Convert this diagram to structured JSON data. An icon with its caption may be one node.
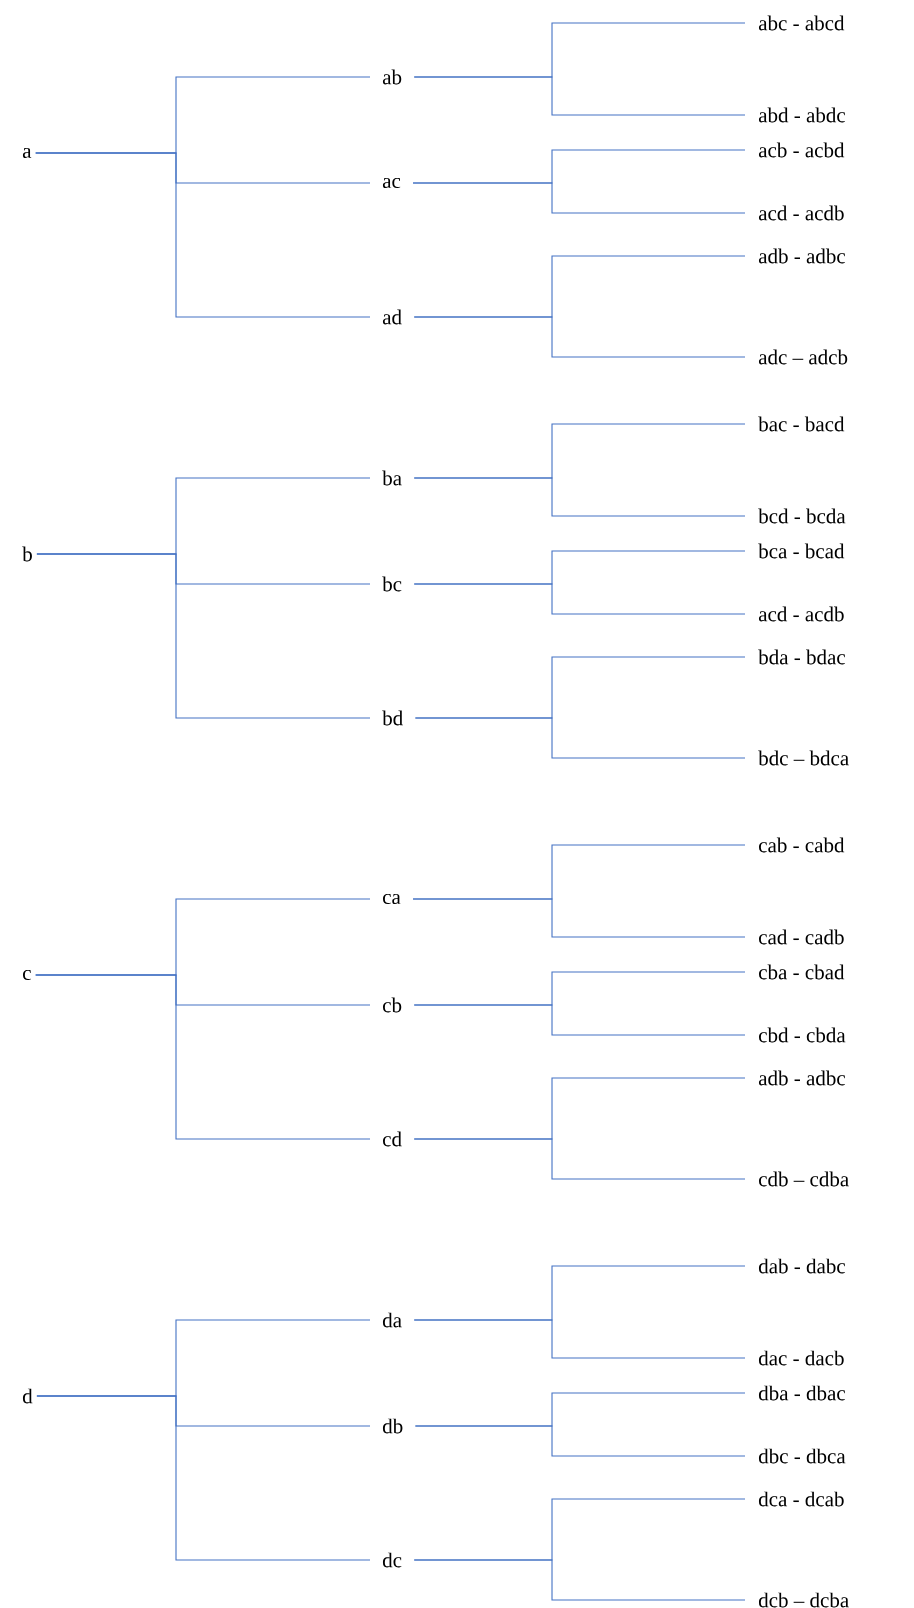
{
  "diagram": {
    "nodes": [
      {
        "text": [
          "a"
        ]
      },
      {
        "text": [
          "ab"
        ]
      },
      {
        "text": [
          "abc - abcd"
        ]
      },
      {
        "text": [
          "abd - abdc"
        ]
      },
      {
        "text": [
          "ac"
        ]
      },
      {
        "text": [
          "acb - acbd"
        ]
      },
      {
        "text": [
          "acd - acdb"
        ]
      },
      {
        "text": [
          "ad"
        ]
      },
      {
        "text": [
          "adb - adbc"
        ]
      },
      {
        "text": [
          "adc – adcb"
        ]
      },
      {
        "text": [
          "b"
        ]
      },
      {
        "text": [
          "ba"
        ]
      },
      {
        "text": [
          "bac - bacd"
        ]
      },
      {
        "text": [
          "bcd - bcda"
        ]
      },
      {
        "text": [
          "bc"
        ]
      },
      {
        "text": [
          "bca - bcad"
        ]
      },
      {
        "text": [
          "acd - acdb"
        ]
      },
      {
        "text": [
          "bd"
        ]
      },
      {
        "text": [
          "bda - bdac"
        ]
      },
      {
        "text": [
          "bdc – bdca"
        ]
      },
      {
        "text": [
          "c"
        ]
      },
      {
        "text": [
          "ca"
        ]
      },
      {
        "text": [
          "cab - cabd"
        ]
      },
      {
        "text": [
          "cad - cadb"
        ]
      },
      {
        "text": [
          "cb"
        ]
      },
      {
        "text": [
          "cba - cbad"
        ]
      },
      {
        "text": [
          "cbd - cbda"
        ]
      },
      {
        "text": [
          "cd"
        ]
      },
      {
        "text": [
          "adb - adbc"
        ]
      },
      {
        "text": [
          "cdb – cdba"
        ]
      },
      {
        "text": [
          "d"
        ]
      },
      {
        "text": [
          "da"
        ]
      },
      {
        "text": [
          "dab - dabc"
        ]
      },
      {
        "text": [
          "dac - dacb"
        ]
      },
      {
        "text": [
          "db"
        ]
      },
      {
        "text": [
          "dba - dbac"
        ]
      },
      {
        "text": [
          "dbc - dbca"
        ]
      },
      {
        "text": [
          "dc"
        ]
      },
      {
        "text": [
          "dca - dcab"
        ]
      },
      {
        "text": [
          "dcb – dcba"
        ]
      }
    ],
    "edges": [
      {
        "from": 0,
        "to": 1,
        "arrow": "none"
      },
      {
        "from": 0,
        "to": 4,
        "arrow": "none"
      },
      {
        "from": 0,
        "to": 7,
        "arrow": "none"
      },
      {
        "from": 1,
        "to": 2,
        "arrow": "none"
      },
      {
        "from": 1,
        "to": 3,
        "arrow": "none"
      },
      {
        "from": 4,
        "to": 5,
        "arrow": "none"
      },
      {
        "from": 4,
        "to": 6,
        "arrow": "none"
      },
      {
        "from": 7,
        "to": 8,
        "arrow": "none"
      },
      {
        "from": 7,
        "to": 9,
        "arrow": "none"
      },
      {
        "from": 10,
        "to": 11,
        "arrow": "none"
      },
      {
        "from": 10,
        "to": 14,
        "arrow": "none"
      },
      {
        "from": 10,
        "to": 17,
        "arrow": "none"
      },
      {
        "from": 11,
        "to": 12,
        "arrow": "none"
      },
      {
        "from": 11,
        "to": 13,
        "arrow": "none"
      },
      {
        "from": 14,
        "to": 15,
        "arrow": "none"
      },
      {
        "from": 14,
        "to": 16,
        "arrow": "none"
      },
      {
        "from": 17,
        "to": 18,
        "arrow": "none"
      },
      {
        "from": 17,
        "to": 19,
        "arrow": "none"
      },
      {
        "from": 20,
        "to": 21,
        "arrow": "none"
      },
      {
        "from": 20,
        "to": 24,
        "arrow": "none"
      },
      {
        "from": 20,
        "to": 27,
        "arrow": "none"
      },
      {
        "from": 21,
        "to": 22,
        "arrow": "none"
      },
      {
        "from": 21,
        "to": 23,
        "arrow": "none"
      },
      {
        "from": 24,
        "to": 25,
        "arrow": "none"
      },
      {
        "from": 24,
        "to": 26,
        "arrow": "none"
      },
      {
        "from": 27,
        "to": 28,
        "arrow": "none"
      },
      {
        "from": 27,
        "to": 29,
        "arrow": "none"
      },
      {
        "from": 30,
        "to": 31,
        "arrow": "none"
      },
      {
        "from": 30,
        "to": 34,
        "arrow": "none"
      },
      {
        "from": 30,
        "to": 37,
        "arrow": "none"
      },
      {
        "from": 31,
        "to": 32,
        "arrow": "none"
      },
      {
        "from": 31,
        "to": 33,
        "arrow": "none"
      },
      {
        "from": 34,
        "to": 35,
        "arrow": "none"
      },
      {
        "from": 34,
        "to": 36,
        "arrow": "none"
      },
      {
        "from": 37,
        "to": 38,
        "arrow": "none"
      },
      {
        "from": 37,
        "to": 39,
        "arrow": "none"
      }
    ]
  }
}
